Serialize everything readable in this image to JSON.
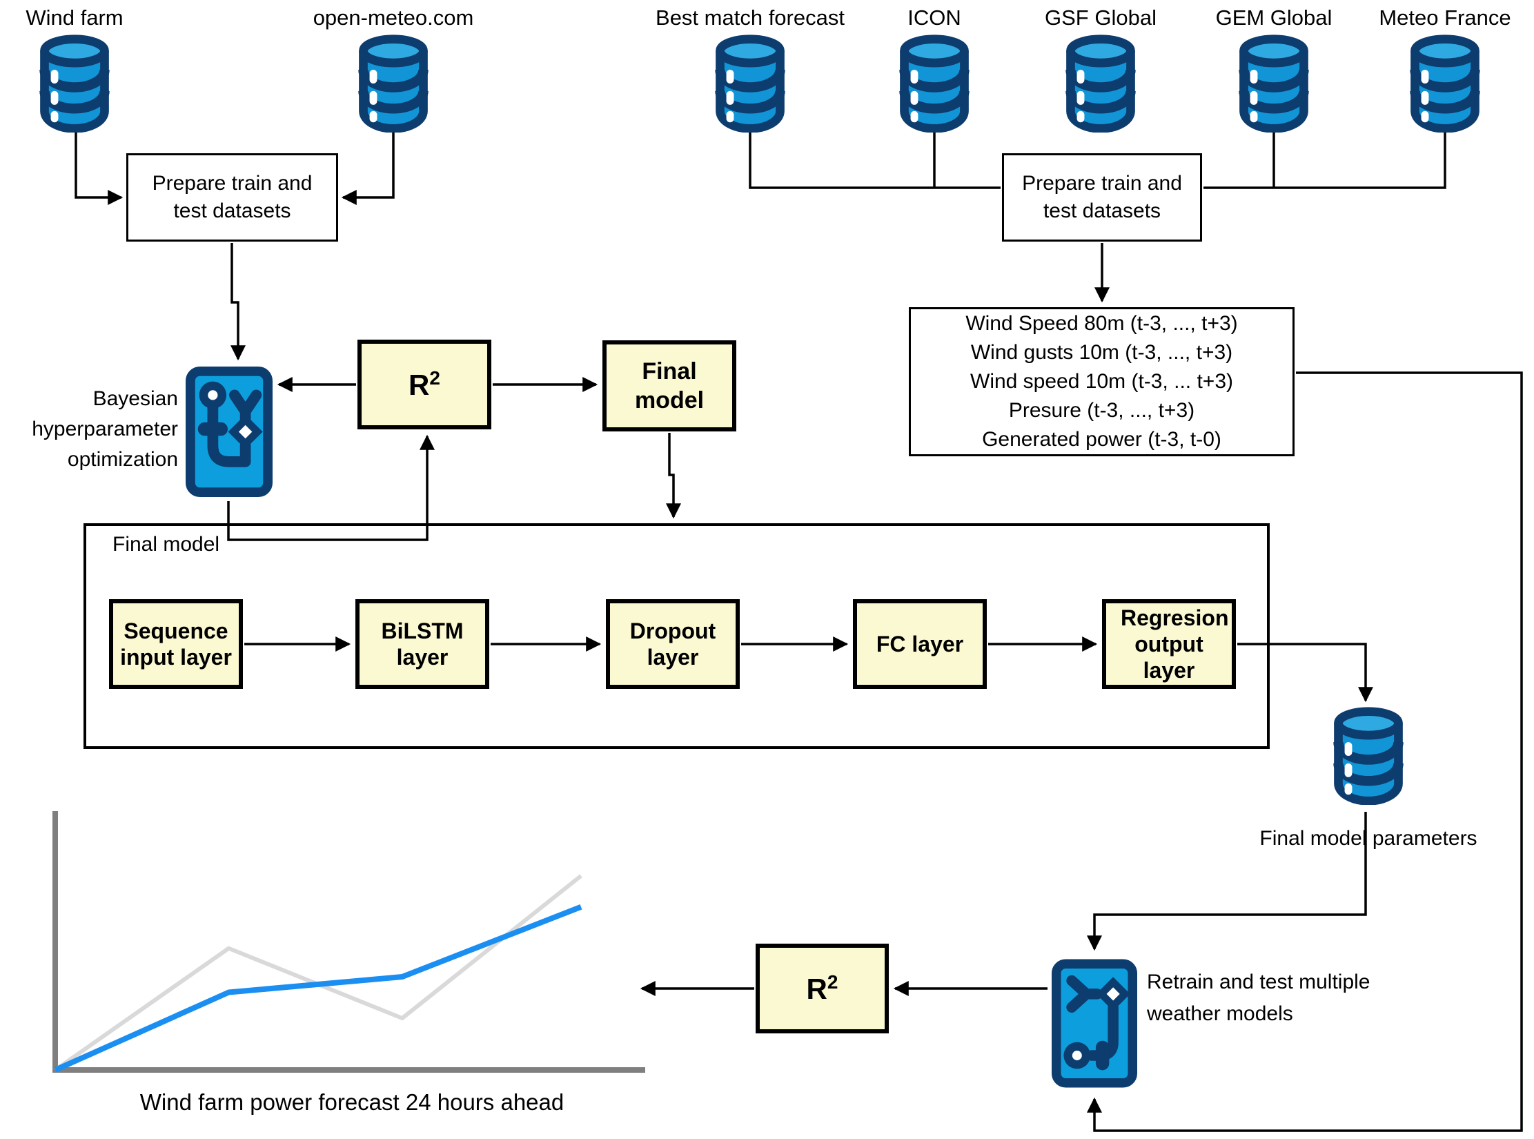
{
  "diagram": {
    "sources_left": [
      {
        "label": "Wind farm"
      },
      {
        "label": "open-meteo.com"
      }
    ],
    "sources_right": [
      {
        "label": "Best match forecast"
      },
      {
        "label": "ICON"
      },
      {
        "label": "GSF Global"
      },
      {
        "label": "GEM Global"
      },
      {
        "label": "Meteo France"
      }
    ],
    "prepare_left": {
      "label": "Prepare train and test datasets"
    },
    "prepare_right": {
      "label": "Prepare train and test datasets"
    },
    "bayesian": {
      "label": "Bayesian hyperparameter optimization"
    },
    "r2_top": {
      "base": "R",
      "exponent": "2"
    },
    "r2_bottom": {
      "base": "R",
      "exponent": "2"
    },
    "final_model_small": {
      "label": "Final model"
    },
    "features_box": {
      "lines": [
        "Wind Speed 80m (t-3, ..., t+3)",
        "Wind gusts 10m (t-3, ..., t+3)",
        "Wind speed 10m (t-3, ... t+3)",
        "Presure (t-3, ..., t+3)",
        "Generated power (t-3, t-0)"
      ]
    },
    "final_model_container": {
      "title": "Final model",
      "layers": [
        {
          "label": "Sequence input layer"
        },
        {
          "label": "BiLSTM layer"
        },
        {
          "label": "Dropout layer"
        },
        {
          "label": "FC layer"
        },
        {
          "label": "Regresion output layer"
        }
      ]
    },
    "params_db": {
      "label": "Final model parameters"
    },
    "retrain": {
      "label": "Retrain and test multiple weather models"
    }
  },
  "chart_data": {
    "type": "line",
    "title": "Wind farm power forecast 24 hours ahead",
    "xlabel": "",
    "ylabel": "",
    "grid": false,
    "legend": false,
    "axis_tick_labels_shown": false,
    "x_normalized": [
      0,
      0.33,
      0.66,
      1.0
    ],
    "series": [
      {
        "name": "gray-reference-line",
        "color": "#d9d9d9",
        "values_normalized": [
          0,
          0.47,
          0.2,
          0.75
        ]
      },
      {
        "name": "blue-forecast-line",
        "color": "#1b8ef2",
        "values_normalized": [
          0,
          0.3,
          0.36,
          0.63
        ]
      }
    ]
  },
  "colors": {
    "db_navy": "#0d3c6e",
    "db_blue": "#1295d6",
    "db_blue_light": "#2fa9e1",
    "icon_bg_blue": "#0d9fdd",
    "box_yellow": "#fbf9d2",
    "connector_black": "#000000",
    "axis_gray": "#7f7f7f"
  }
}
